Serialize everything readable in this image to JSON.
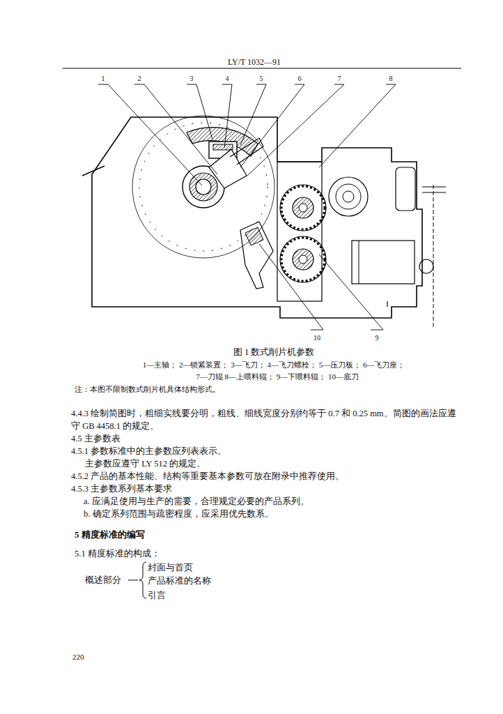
{
  "diagram": {
    "caption": "图 1 数式削片机参数",
    "labels": [
      "LY/T 1032—91",
      "1",
      "2",
      "3",
      "4",
      "5",
      "6",
      "7",
      "8",
      "10",
      "9",
      "1—主轴； 2—锁紧装置； 3—飞刀； 4—飞刀螺栓； 5—压刀板； 6—飞刀座；",
      "7—刀辊 8—上喂料辊； 9—下喂料辊； 10—底刀",
      "注：本图不限制数式削片机具体结构形式。",
      "4.4.3 绘制简图时，粗细实线要分明，粗线、细线宽度分别约等于 0.7 和 0.25 mm。简图的画法应遵守 GB 4458.1 的规定。",
      "4.5 主参数表",
      "4.5.1 参数标准中的主参数应列表表示。",
      "主参数应遵守 LY 512 的规定。",
      "4.5.2 产品的基本性能、结构等重要基本参数可放在附录中推荐使用。",
      "4.5.3 主参数系列基本要求",
      "a. 应满足使用与生产的需要，合理规定必要的产品系列。",
      "b. 确定系列范围与疏密程度，应采用优先数系。",
      "5 精度标准的编写",
      "5.1 精度标准的构成：",
      "封面与首页",
      "概述部分",
      "产品标准的名称",
      "引言",
      "220"
    ]
  }
}
